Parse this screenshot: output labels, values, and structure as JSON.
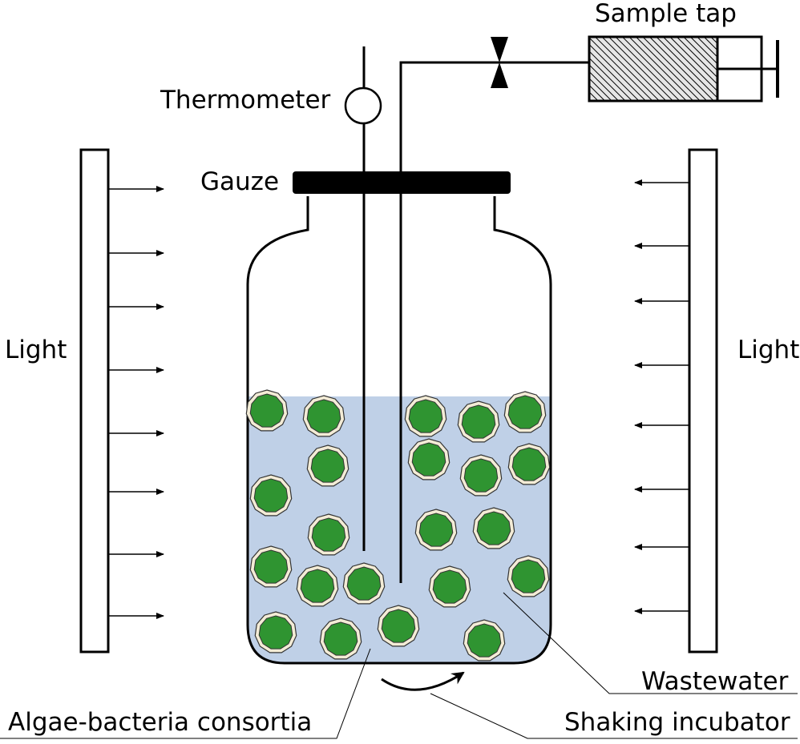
{
  "labels": {
    "sample_tap": "Sample tap",
    "thermometer": "Thermometer",
    "gauze": "Gauze",
    "light_left": "Light",
    "light_right": "Light",
    "wastewater": "Wastewater",
    "shaking_incubator": "Shaking incubator",
    "algae_bacteria_consortia": "Algae-bacteria consortia"
  },
  "colors": {
    "liquid": "#bfd0e7",
    "bead_fill": "#2f9431",
    "bead_rim": "#f3ecd6",
    "stroke": "#000000",
    "hatch_fill": "#d9d9d9"
  }
}
